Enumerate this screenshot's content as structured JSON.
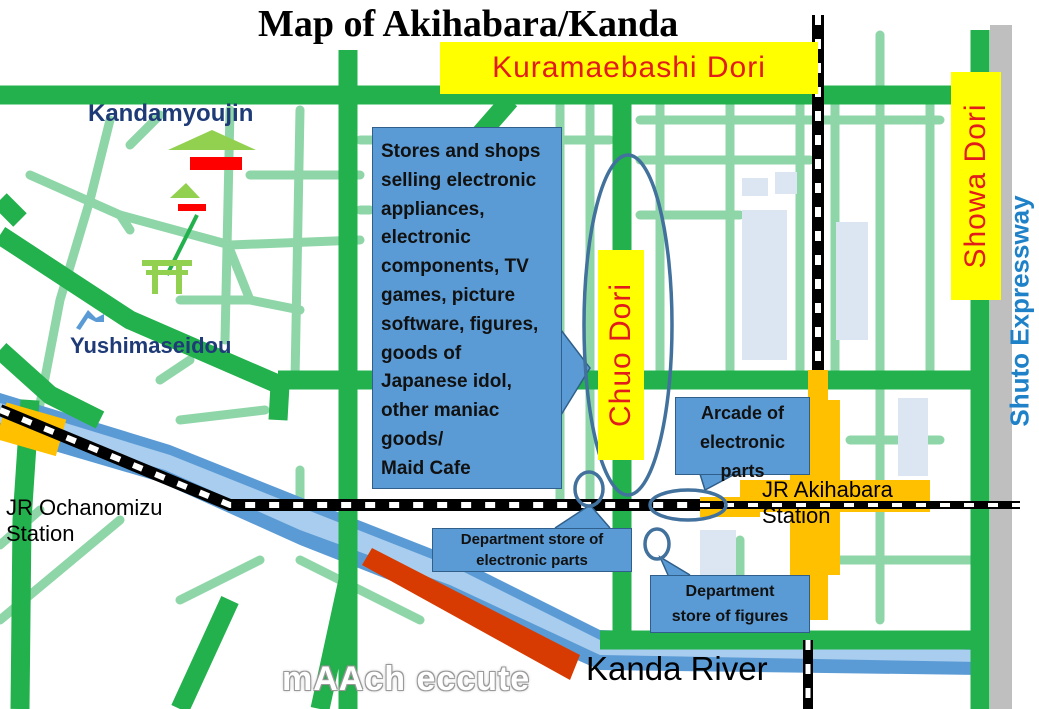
{
  "title": "Map of Akihabara/Kanda",
  "roads": {
    "kuramaebashi": "Kuramaebashi Dori",
    "chuo": "Chuo Dori",
    "showa": "Showa Dori",
    "shuto": "Shuto Expressway"
  },
  "places": {
    "kandamyoujin": "Kandamyoujin",
    "yushimaseidou": "Yushimaseidou",
    "mAAch": "mAAch eccute",
    "kanda_river": "Kanda River"
  },
  "stations": {
    "ochanomizu": "JR Ochanomizu\nStation",
    "akihabara": "JR Akihabara\nStation"
  },
  "callouts": {
    "stores": "Stores and shops\nselling electronic\nappliances,\nelectronic\ncomponents, TV\ngames, picture\nsoftware, figures,\ngoods of\nJapanese idol,\nother maniac\ngoods/\nMaid Cafe",
    "arcade": "Arcade of\nelectronic\nparts",
    "dept_parts": "Department  store of\nelectronic parts",
    "dept_figures": "Department\nstore of  figures"
  },
  "colors": {
    "major_road": "#22b14c",
    "minor_road": "#8ed6a8",
    "river": "#5b9bd5",
    "station": "#ffc000",
    "label_bg": "#ffff00",
    "label_text": "#e21b1b",
    "callout": "#5b9bd5",
    "mAAch": "#d83b01",
    "expressway": "#bfbfbf"
  }
}
